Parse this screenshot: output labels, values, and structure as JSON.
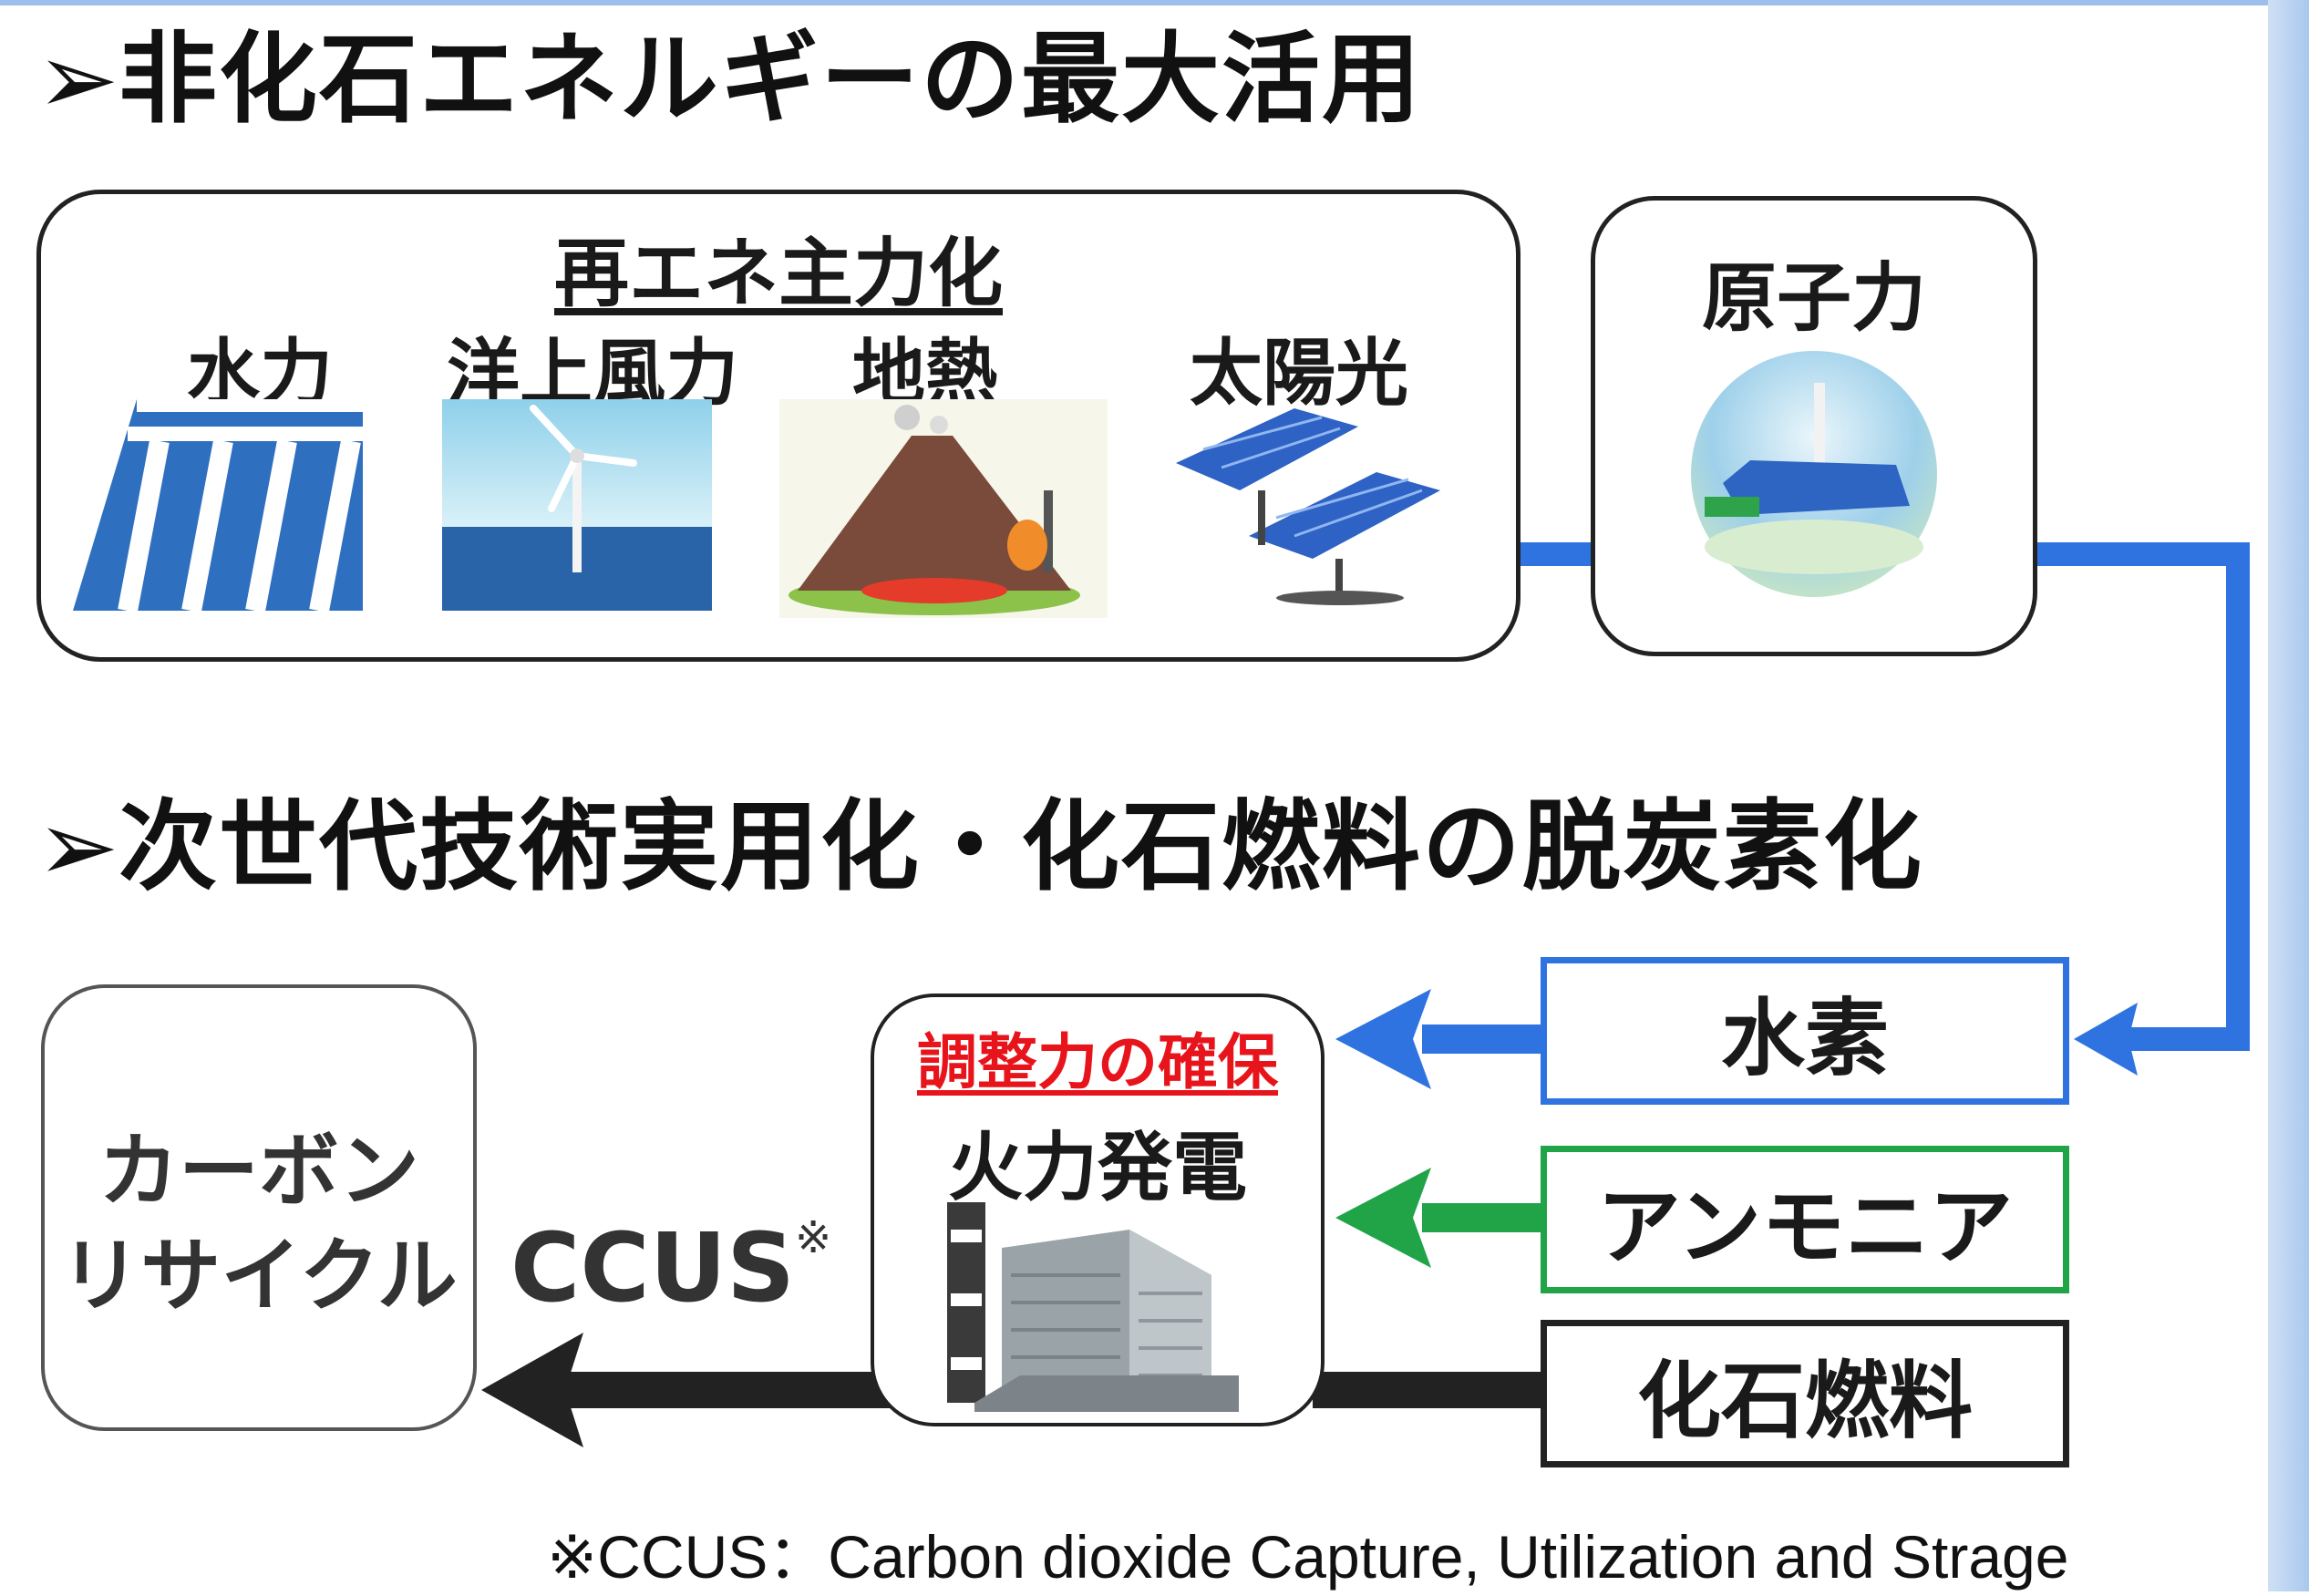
{
  "section1": {
    "bullet": "➢",
    "title": "非化石エネルギーの最大活用"
  },
  "renewables": {
    "heading": "再エネ主力化",
    "items": [
      {
        "label": "水力",
        "icon": "hydro-dam-icon"
      },
      {
        "label": "洋上風力",
        "icon": "offshore-wind-turbine-icon"
      },
      {
        "label": "地熱",
        "icon": "geothermal-volcano-icon"
      },
      {
        "label": "太陽光",
        "icon": "solar-panel-icon"
      }
    ]
  },
  "nuclear": {
    "label": "原子力",
    "icon": "nuclear-plant-icon"
  },
  "section2": {
    "bullet": "➢",
    "title": "次世代技術実用化・化石燃料の脱炭素化"
  },
  "thermal": {
    "note": "調整力の確保",
    "label": "火力発電",
    "icon": "thermal-power-plant-icon"
  },
  "fuels": [
    {
      "label": "水素",
      "color": "#2f73e0"
    },
    {
      "label": "アンモニア",
      "color": "#21a348"
    },
    {
      "label": "化石燃料",
      "color": "#222222"
    }
  ],
  "carbon_recycle": {
    "line1": "カーボン",
    "line2": "リサイクル"
  },
  "ccus": {
    "label": "CCUS",
    "mark": "※"
  },
  "footnote": "※CCUS：Carbon dioxide Capture, Utilization and Strage",
  "colors": {
    "blue": "#2f73e0",
    "green": "#21a348",
    "black": "#222222",
    "note_red": "#e8141c"
  }
}
